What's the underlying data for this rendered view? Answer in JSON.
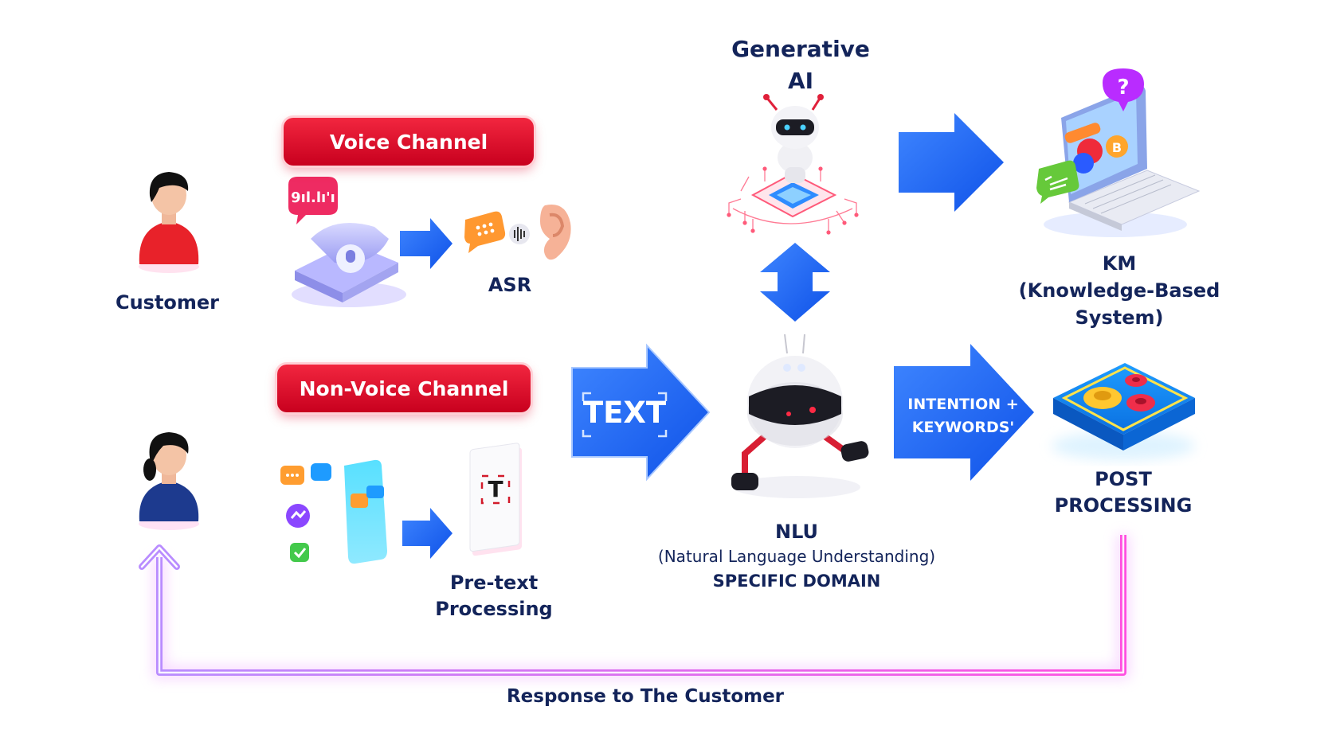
{
  "channels": {
    "voice": "Voice Channel",
    "non_voice": "Non-Voice Channel"
  },
  "nodes": {
    "customer": "Customer",
    "asr": "ASR",
    "pretext_line1": "Pre-text",
    "pretext_line2": "Processing",
    "genai_line1": "Generative",
    "genai_line2": "AI",
    "km_line1": "KM",
    "km_line2": "(Knowledge-Based",
    "km_line3": "System)",
    "nlu_title": "NLU",
    "nlu_subtitle": "(Natural Language Understanding)",
    "nlu_domain": "SPECIFIC DOMAIN",
    "post_line1": "POST",
    "post_line2": "PROCESSING"
  },
  "arrows": {
    "text_label": "TEXT",
    "intention_line1": "INTENTION +",
    "intention_line2": "KEYWORDS'",
    "response": "Response to The Customer",
    "voice_glyph": "9ıl.lı'ı"
  },
  "icons": {
    "pretext_glyph": "T",
    "km_question": "?",
    "km_bubble_letter": "B"
  },
  "colors": {
    "arrow_blue": "#1f6dff",
    "pill_red": "#e3092b",
    "label_navy": "#13245a",
    "response_loop": "#e64ff0"
  }
}
